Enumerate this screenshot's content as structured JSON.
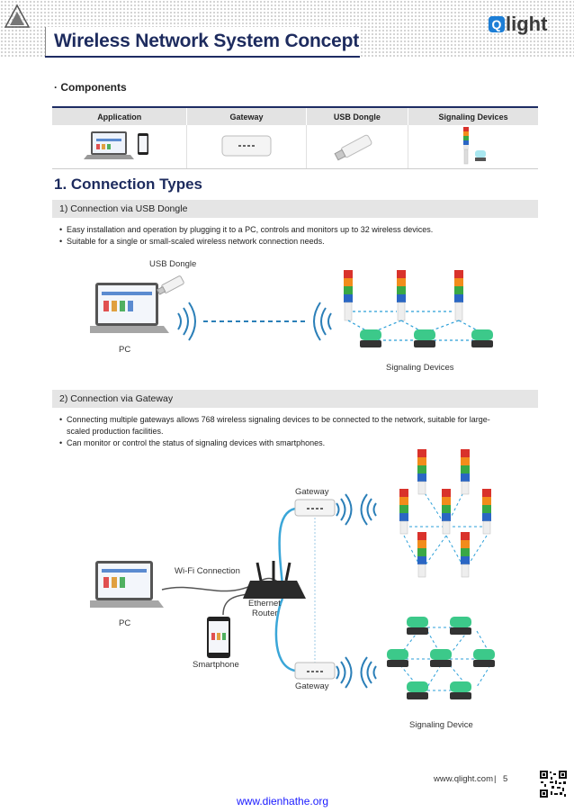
{
  "header": {
    "title": "Wireless Network System Concept",
    "logo_text": "light",
    "logo_letter": "Q"
  },
  "components": {
    "heading": "· Components",
    "columns": [
      "Application",
      "Gateway",
      "USB Dongle",
      "Signaling Devices"
    ]
  },
  "connection_types": {
    "heading": "1. Connection Types",
    "usb": {
      "bar": "1) Connection via USB Dongle",
      "bullets": [
        "Easy installation and operation by plugging it to a PC, controls and monitors up to 32 wireless devices.",
        "Suitable for a single or small-scaled wireless network connection needs."
      ],
      "labels": {
        "dongle": "USB Dongle",
        "pc": "PC",
        "devices": "Signaling Devices"
      }
    },
    "gateway": {
      "bar": "2) Connection via Gateway",
      "bullets": [
        "Connecting multiple gateways allows 768 wireless signaling devices to be connected to the network, suitable for large-scaled production facilities.",
        "Can monitor or control the status of signaling devices with smartphones."
      ],
      "labels": {
        "gateway_top": "Gateway",
        "gateway_bottom": "Gateway",
        "wifi": "Wi-Fi Connection",
        "router_line1": "Ethernet",
        "router_line2": "Router",
        "pc": "PC",
        "smartphone": "Smartphone",
        "device": "Signaling Device"
      }
    }
  },
  "footer": {
    "site": "www.qlight.com",
    "separator": "|",
    "page": "5",
    "watermark": "www.dienhathe.org"
  },
  "colors": {
    "navy": "#1d2b5e",
    "cable": "#3aa6d8",
    "wave": "#2b7fb8",
    "tower_red": "#d9322b",
    "tower_orange": "#f28c1b",
    "tower_green": "#39a845",
    "tower_blue": "#2a66c4",
    "beacon_green": "#3cc98a"
  }
}
